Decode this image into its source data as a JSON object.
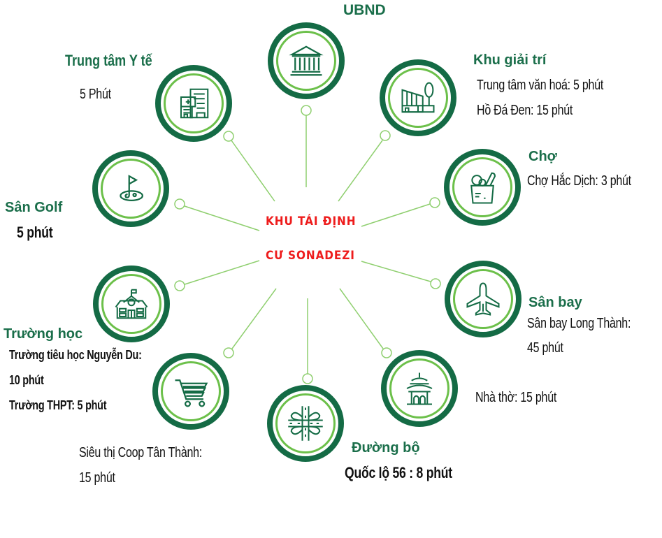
{
  "center": {
    "line1": "KHU TÁI ĐỊNH",
    "line2": "CƯ SONADEZI",
    "color": "#ee1c1c"
  },
  "colors": {
    "ring_outer": "#146b45",
    "ring_inner": "#6cc04a",
    "connector": "#8fcf6f",
    "title": "#1a6e4a"
  },
  "nodes": {
    "ubnd": {
      "title": "UBND",
      "icon": "government-building-icon"
    },
    "medical": {
      "title": "Trung tâm Y tế",
      "detail": "5 Phút",
      "icon": "hospital-icon"
    },
    "entertainment": {
      "title": "Khu giải trí",
      "detail1": "Trung tâm văn hoá: 5 phút",
      "detail2": "Hồ Đá Đen: 15 phút",
      "icon": "park-building-icon"
    },
    "market": {
      "title": "Chợ",
      "detail": "Chợ Hắc Dịch: 3 phút",
      "icon": "grocery-bag-icon"
    },
    "golf": {
      "title": "Sân Golf",
      "detail": "5 phút",
      "icon": "golf-flag-icon"
    },
    "school": {
      "title": "Trường học",
      "detail1": "Trường tiêu học Nguyễn Du:",
      "detail2": "10 phút",
      "detail3": "Trường THPT: 5 phút",
      "icon": "school-icon"
    },
    "airport": {
      "title": "Sân bay",
      "detail1": "Sân bay Long Thành:",
      "detail2": "45 phút",
      "icon": "airplane-icon"
    },
    "church": {
      "detail": "Nhà thờ: 15 phút",
      "icon": "pagoda-icon"
    },
    "supermarket": {
      "detail1": "Siêu thị Coop Tân Thành:",
      "detail2": "15 phút",
      "icon": "shopping-cart-icon"
    },
    "road": {
      "title": "Đường bộ",
      "detail": "Quốc lộ 56 : 8 phút",
      "icon": "highway-interchange-icon"
    }
  }
}
